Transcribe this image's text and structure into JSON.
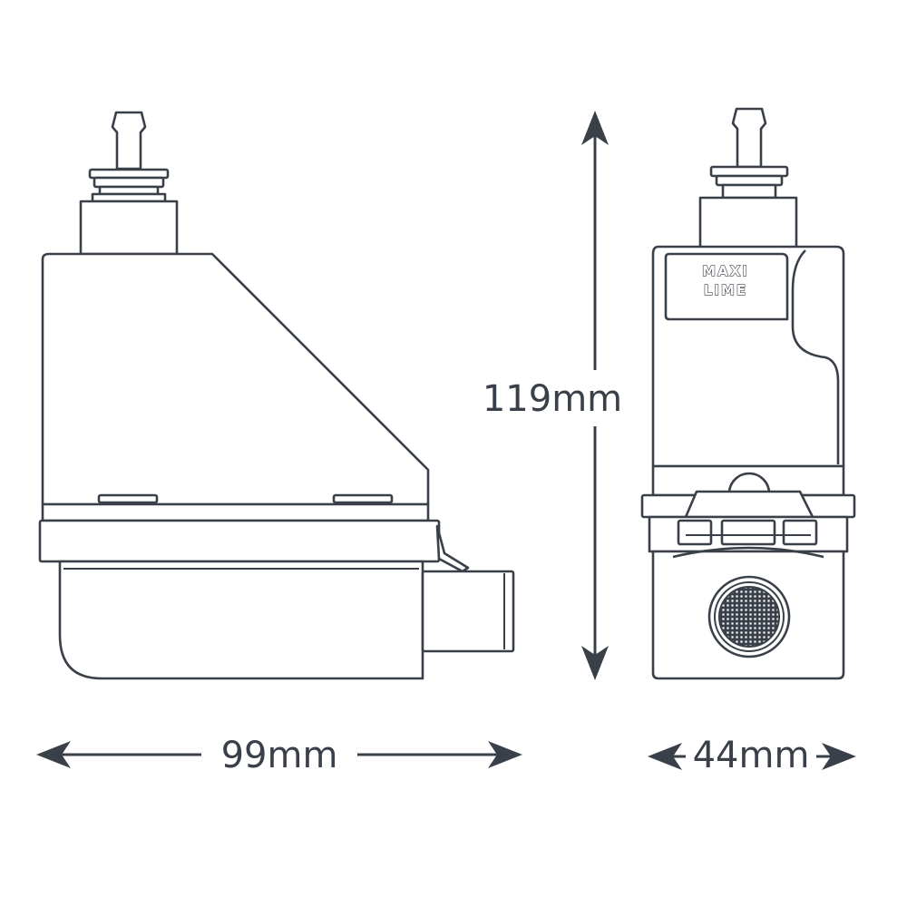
{
  "dimensions": {
    "width_side": "99mm",
    "height": "119mm",
    "width_front": "44mm"
  },
  "logo": {
    "line1": "MAXI",
    "line2": "LIME"
  },
  "colors": {
    "stroke": "#3a4049",
    "background": "#ffffff"
  }
}
